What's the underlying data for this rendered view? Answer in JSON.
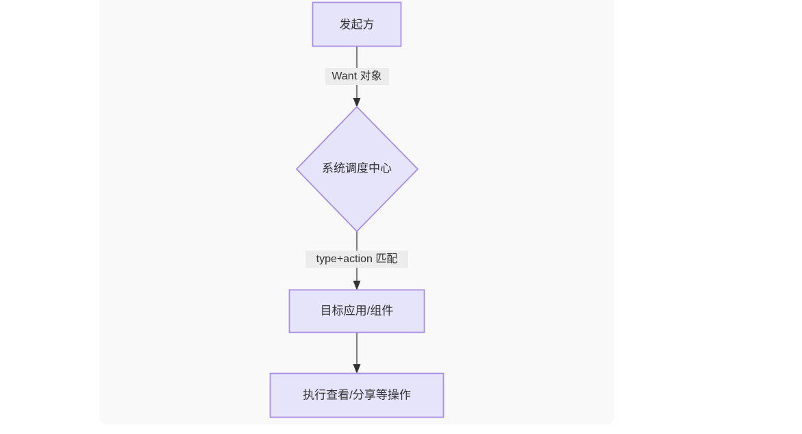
{
  "canvas": {
    "background_color": "#f9f9f9",
    "page_background_color": "#ffffff"
  },
  "theme": {
    "node_fill": "#e6e4fb",
    "node_border": "#a98fe3",
    "text_color": "#333333",
    "edge_color": "#808080",
    "arrow_color": "#333333",
    "edge_label_bg": "#ececec"
  },
  "diagram": {
    "type": "flowchart",
    "direction": "top-to-bottom",
    "nodes": [
      {
        "id": "initiator",
        "label": "发起方",
        "shape": "rect"
      },
      {
        "id": "scheduler",
        "label": "系统调度中心",
        "shape": "diamond"
      },
      {
        "id": "target",
        "label": "目标应用/组件",
        "shape": "rect"
      },
      {
        "id": "operation",
        "label": "执行查看/分享等操作",
        "shape": "rect"
      }
    ],
    "edges": [
      {
        "id": "edge-initiator-scheduler",
        "from": "initiator",
        "to": "scheduler",
        "label": "Want 对象"
      },
      {
        "id": "edge-scheduler-target",
        "from": "scheduler",
        "to": "target",
        "label": "type+action 匹配"
      },
      {
        "id": "edge-target-operation",
        "from": "target",
        "to": "operation",
        "label": ""
      }
    ]
  }
}
